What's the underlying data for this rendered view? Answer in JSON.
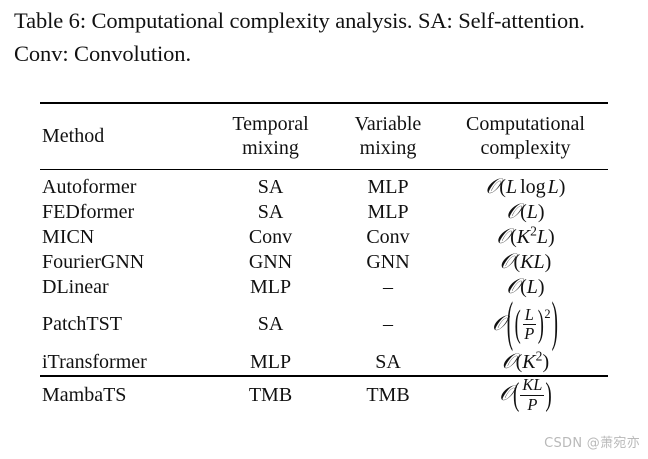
{
  "caption": {
    "text": "Table 6: Computational complexity analysis. SA: Self-attention. Conv: Convolution."
  },
  "table": {
    "headers": {
      "method": "Method",
      "temporal_line1": "Temporal",
      "temporal_line2": "mixing",
      "variable_line1": "Variable",
      "variable_line2": "mixing",
      "complexity_line1": "Computational",
      "complexity_line2": "complexity"
    },
    "rows": [
      {
        "method": "Autoformer",
        "temporal_mixing": "SA",
        "variable_mixing": "MLP",
        "complexity_text": "O(L log L)"
      },
      {
        "method": "FEDformer",
        "temporal_mixing": "SA",
        "variable_mixing": "MLP",
        "complexity_text": "O(L)"
      },
      {
        "method": "MICN",
        "temporal_mixing": "Conv",
        "variable_mixing": "Conv",
        "complexity_text": "O(K^2 L)"
      },
      {
        "method": "FourierGNN",
        "temporal_mixing": "GNN",
        "variable_mixing": "GNN",
        "complexity_text": "O(KL)"
      },
      {
        "method": "DLinear",
        "temporal_mixing": "MLP",
        "variable_mixing": "–",
        "complexity_text": "O(L)"
      },
      {
        "method": "PatchTST",
        "temporal_mixing": "SA",
        "variable_mixing": "–",
        "complexity_text": "O((L/P)^2)"
      },
      {
        "method": "iTransformer",
        "temporal_mixing": "MLP",
        "variable_mixing": "SA",
        "complexity_text": "O(K^2)"
      },
      {
        "method": "MambaTS",
        "temporal_mixing": "TMB",
        "variable_mixing": "TMB",
        "complexity_text": "O(KL/P)"
      }
    ],
    "math_symbols": {
      "big_o": "𝒪",
      "L": "L",
      "K": "K",
      "P": "P",
      "log": "log",
      "squared": "2"
    }
  },
  "watermark": {
    "text": "CSDN @萧宛亦"
  },
  "colors": {
    "background": "#ffffff",
    "text": "#111111",
    "rule": "#000000",
    "watermark": "#b9b9b9"
  }
}
